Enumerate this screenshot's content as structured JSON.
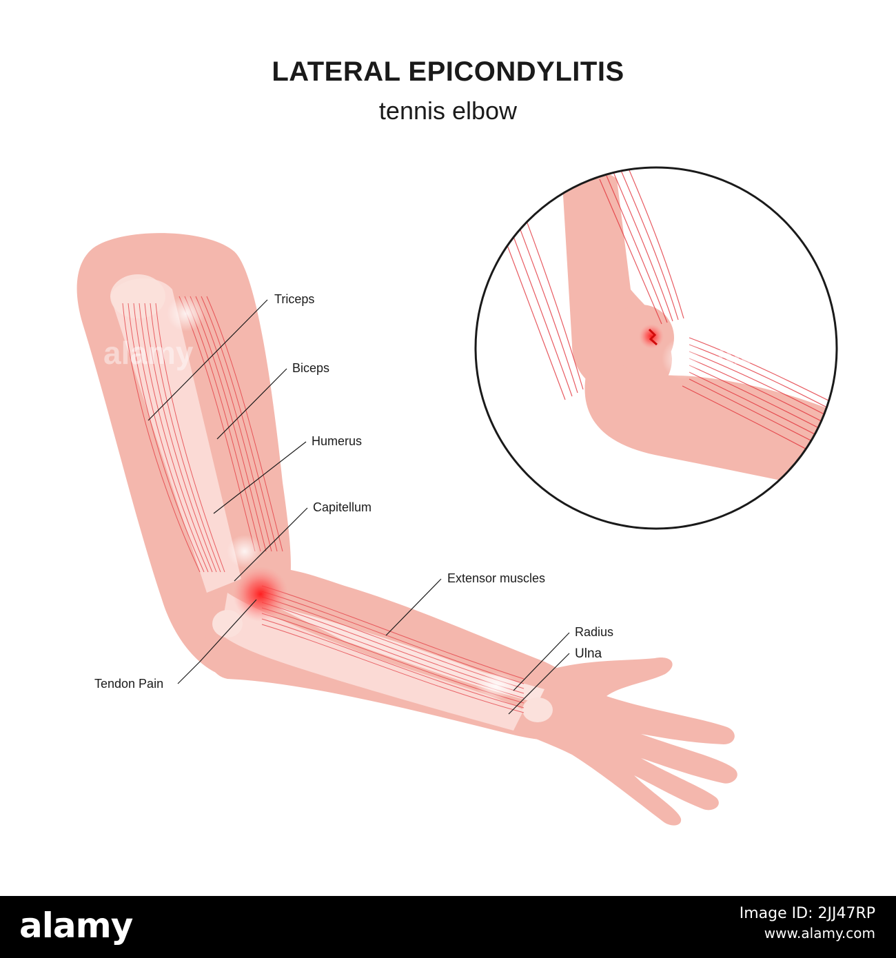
{
  "title": "LATERAL EPICONDYLITIS",
  "subtitle": "tennis elbow",
  "labels": {
    "triceps": "Triceps",
    "biceps": "Biceps",
    "humerus": "Humerus",
    "capitellum": "Capitellum",
    "extensor": "Extensor muscles",
    "radius": "Radius",
    "ulna": "Ulna",
    "tendon_pain": "Tendon Pain"
  },
  "watermark": "alamy",
  "footer": {
    "logo": "alamy",
    "image_id_label": "Image ID: 2JJ47RP",
    "site": "www.alamy.com"
  },
  "colors": {
    "skin": "#f4b7ad",
    "bone": "#fbe1dc",
    "muscle_line": "#e2323a",
    "pain": "#ff2a2a",
    "ink": "#1a1a1a"
  }
}
